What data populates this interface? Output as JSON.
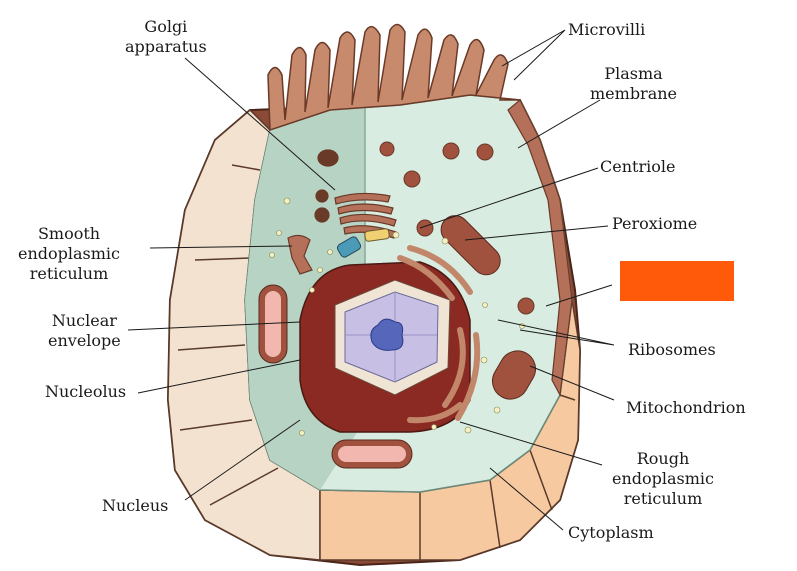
{
  "labels": {
    "golgi": [
      "Golgi",
      "apparatus"
    ],
    "microvilli": "Microvilli",
    "plasma_membrane": [
      "Plasma",
      "membrane"
    ],
    "centriole": "Centriole",
    "peroxiome": "Peroxiome",
    "smooth_er": [
      "Smooth",
      "endoplasmic",
      "reticulum"
    ],
    "nuclear_envelope": [
      "Nuclear",
      "envelope"
    ],
    "ribosomes": "Ribosomes",
    "nucleolus": "Nucleolus",
    "mitochondrion": "Mitochondrion",
    "rough_er": [
      "Rough",
      "endoplasmic",
      "reticulum"
    ],
    "nucleus": "Nucleus",
    "cytoplasm": "Cytoplasm"
  },
  "colors": {
    "cytoplasm": "#d8ece1",
    "cytoplasm_shade": "#b7d3c4",
    "membrane": "#b5705a",
    "membrane_dark": "#8a4a36",
    "outer_face": "#f6c9a1",
    "outer_face_light": "#f3e2cf",
    "mitochondria": "#a0523e",
    "cristae": "#f2b8b0",
    "nucleus_interior": "#c8c0e4",
    "nucleolus": "#5566bb",
    "label_box": "#ff5a0a"
  }
}
